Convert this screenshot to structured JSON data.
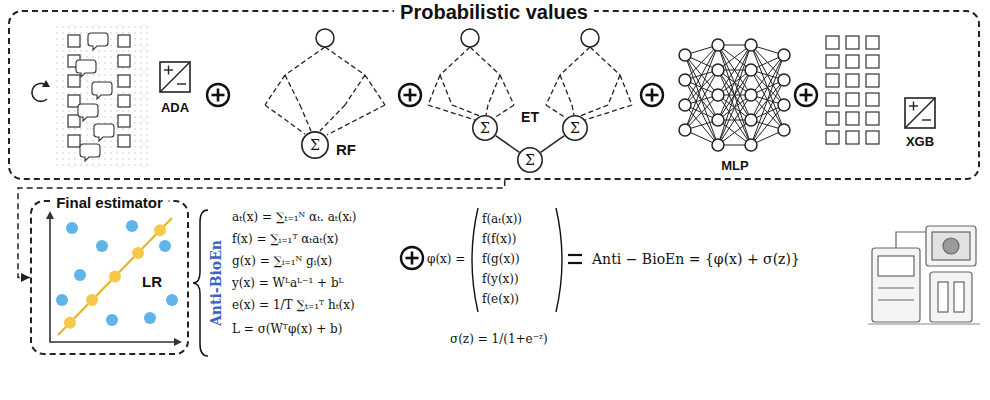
{
  "diagram": {
    "nodes": [
      {
        "text": [
          "Probabilistic values"
        ]
      },
      {
        "text": [
          "Σ"
        ],
        "in": 0
      },
      {
        "text": [
          "Σ"
        ],
        "in": 0
      },
      {
        "text": [
          "Σ"
        ],
        "in": 0
      },
      {
        "text": [
          "Σ"
        ],
        "in": 0
      },
      {
        "text": [
          "Final estimator"
        ]
      }
    ],
    "edges": [
      {
        "from": 0,
        "to": 5,
        "arrow": "to"
      },
      {
        "from": 2,
        "to": 4,
        "arrow": "none"
      },
      {
        "from": 3,
        "to": 4,
        "arrow": "none"
      }
    ],
    "labels": [
      "ADA",
      "RF",
      "ET",
      "MLP",
      "XGB",
      "LR",
      "Anti-BioEn",
      "aₜ(x) = ∑ₜ₌₁ᴺ αₜ. aₜ(xᵢ)",
      "f(x) = ∑ᵢ₌₁ᵀ αₜaₜ(x)",
      "g(x) = ∑ᵢ₌₁ᴺ gᵢ(x)",
      "y(x) = Wᴸaᴸ⁻¹ + bᴸ",
      "e(x) = 1/T ∑ₜ₌₁ᵀ hₜ(x)",
      "L = σ(Wᵀφ(x) + b)",
      "φ(x) =",
      "f(aₜ(x))",
      "f(f(x))",
      "f(g(x))",
      "f(y(x))",
      "f(e(x))",
      "σ(z) = 1/(1+e⁻ᶻ)",
      "Anti − BioEn = {φ(x) + σ(z)}"
    ]
  }
}
